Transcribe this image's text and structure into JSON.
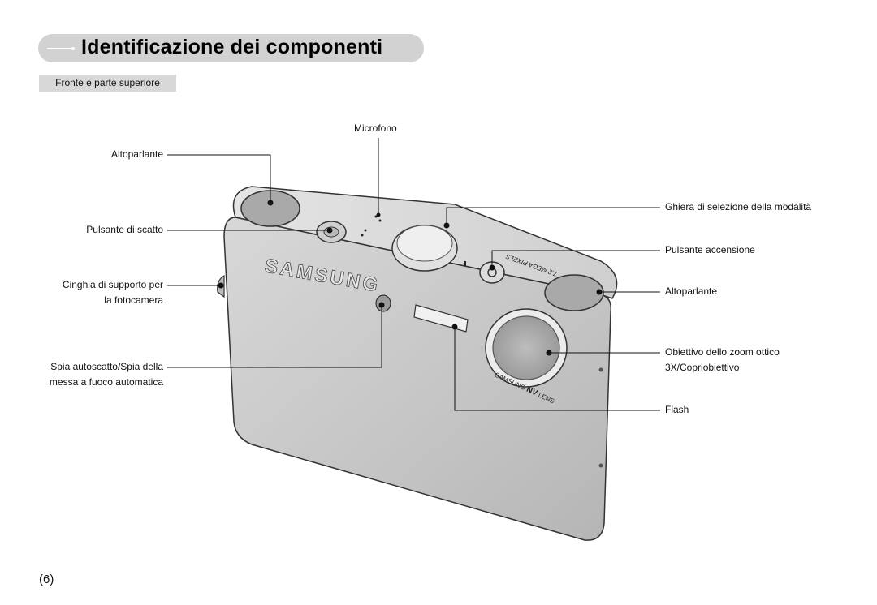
{
  "header": {
    "title": "Identificazione dei componenti",
    "section": "Fronte e parte superiore"
  },
  "labels": {
    "microphone": "Microfono",
    "speaker_left": "Altoparlante",
    "shutter": "Pulsante di scatto",
    "strap_line1": "Cinghia di supporto per",
    "strap_line2": "la fotocamera",
    "af_lamp_line1": "Spia autoscatto/Spia della",
    "af_lamp_line2": "messa a fuoco automatica",
    "mode_dial": "Ghiera di selezione della modalità",
    "power": "Pulsante accensione",
    "speaker_right": "Altoparlante",
    "lens_line1": "Obiettivo dello zoom ottico",
    "lens_line2": "3X/Copriobiettivo",
    "flash": "Flash"
  },
  "camera": {
    "brand": "SAMSUNG",
    "lens_text_1": "SAMSUNG",
    "lens_text_2": "NV",
    "lens_text_3": "LENS",
    "pixels": "7.2 MEGA PIXELS"
  },
  "footer": {
    "page": "(6)"
  },
  "colors": {
    "title_bar": "#d2d2d2",
    "section_bar": "#d8d8d8",
    "camera_body": "#c9c9c9"
  }
}
